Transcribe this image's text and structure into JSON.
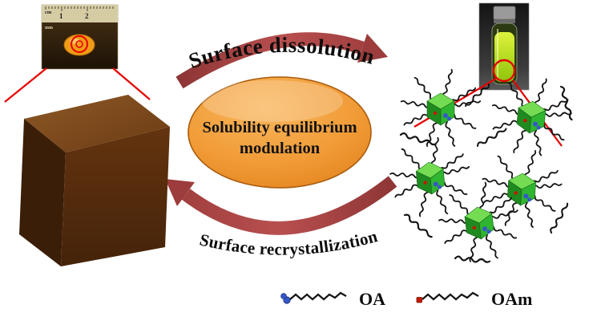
{
  "diagram": {
    "top_process": "Surface dissolution",
    "bottom_process": "Surface recrystallization",
    "center": {
      "line1": "Solubility equilibrium",
      "line2": "modulation"
    },
    "legend": {
      "oa_label": "OA",
      "oam_label": "OAm"
    },
    "ruler_inset": {
      "cm": "cm",
      "mm": "mm",
      "tick1": "1",
      "tick2": "2"
    },
    "colors": {
      "arrow_red": "#a33c3c",
      "annotation_red": "#e60000",
      "ellipse_orange": "#ee8e2c",
      "bulk_cube_brown": "#5e3110",
      "nanocube_green": "#2fb52f",
      "ligand_black": "#141414",
      "oa_blue": "#3558c8",
      "oam_red": "#c81800",
      "solution_green": "#b6d41c"
    }
  }
}
